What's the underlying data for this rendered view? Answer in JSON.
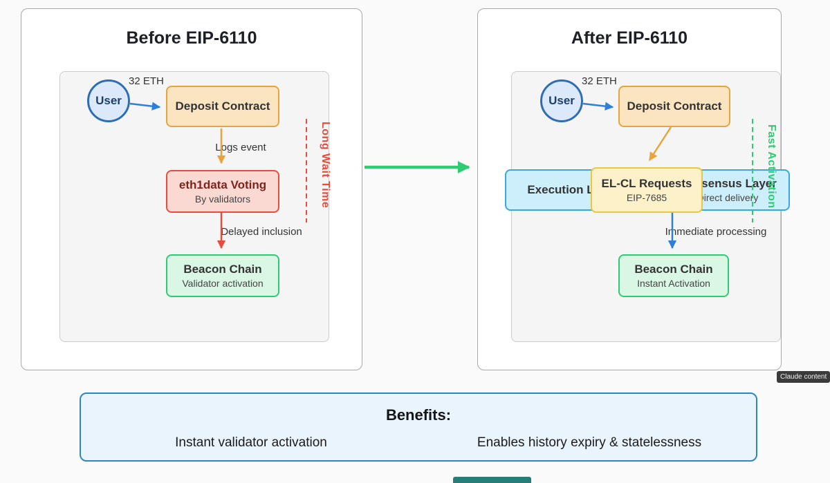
{
  "left": {
    "title": "Before EIP-6110",
    "user_label": "User",
    "eth_label": "32 ETH",
    "deposit_label": "Deposit Contract",
    "logs_label": "Logs event",
    "voting_title": "eth1data Voting",
    "voting_sub": "By validators",
    "delayed_label": "Delayed inclusion",
    "beacon_title": "Beacon Chain",
    "beacon_sub": "Validator activation",
    "wait_label": "Long Wait Time"
  },
  "right": {
    "title": "After EIP-6110",
    "user_label": "User",
    "eth_label": "32 ETH",
    "deposit_label": "Deposit Contract",
    "execution_label": "Execution Layer",
    "elcl_title": "EL-CL Requests",
    "elcl_sub": "EIP-7685",
    "consensus_title": "Consensus Layer",
    "consensus_sub": "Direct delivery",
    "immediate_label": "Immediate processing",
    "beacon_title": "Beacon Chain",
    "beacon_sub": "Instant Activation",
    "fast_label": "Fast Activation"
  },
  "benefits": {
    "title": "Benefits:",
    "items": [
      "Instant validator activation",
      "Enables history expiry & statelessness"
    ]
  },
  "watermark": "Claude content",
  "colors": {
    "fast_green": "#2ecc71",
    "wait_red": "#e74c3c",
    "deposit_orange": "#e8a33d",
    "arrow_blue": "#2f7ed8",
    "layer_blue": "#38a8dd",
    "request_yellow": "#edc53f",
    "benefits_blue": "#2e86c1"
  }
}
